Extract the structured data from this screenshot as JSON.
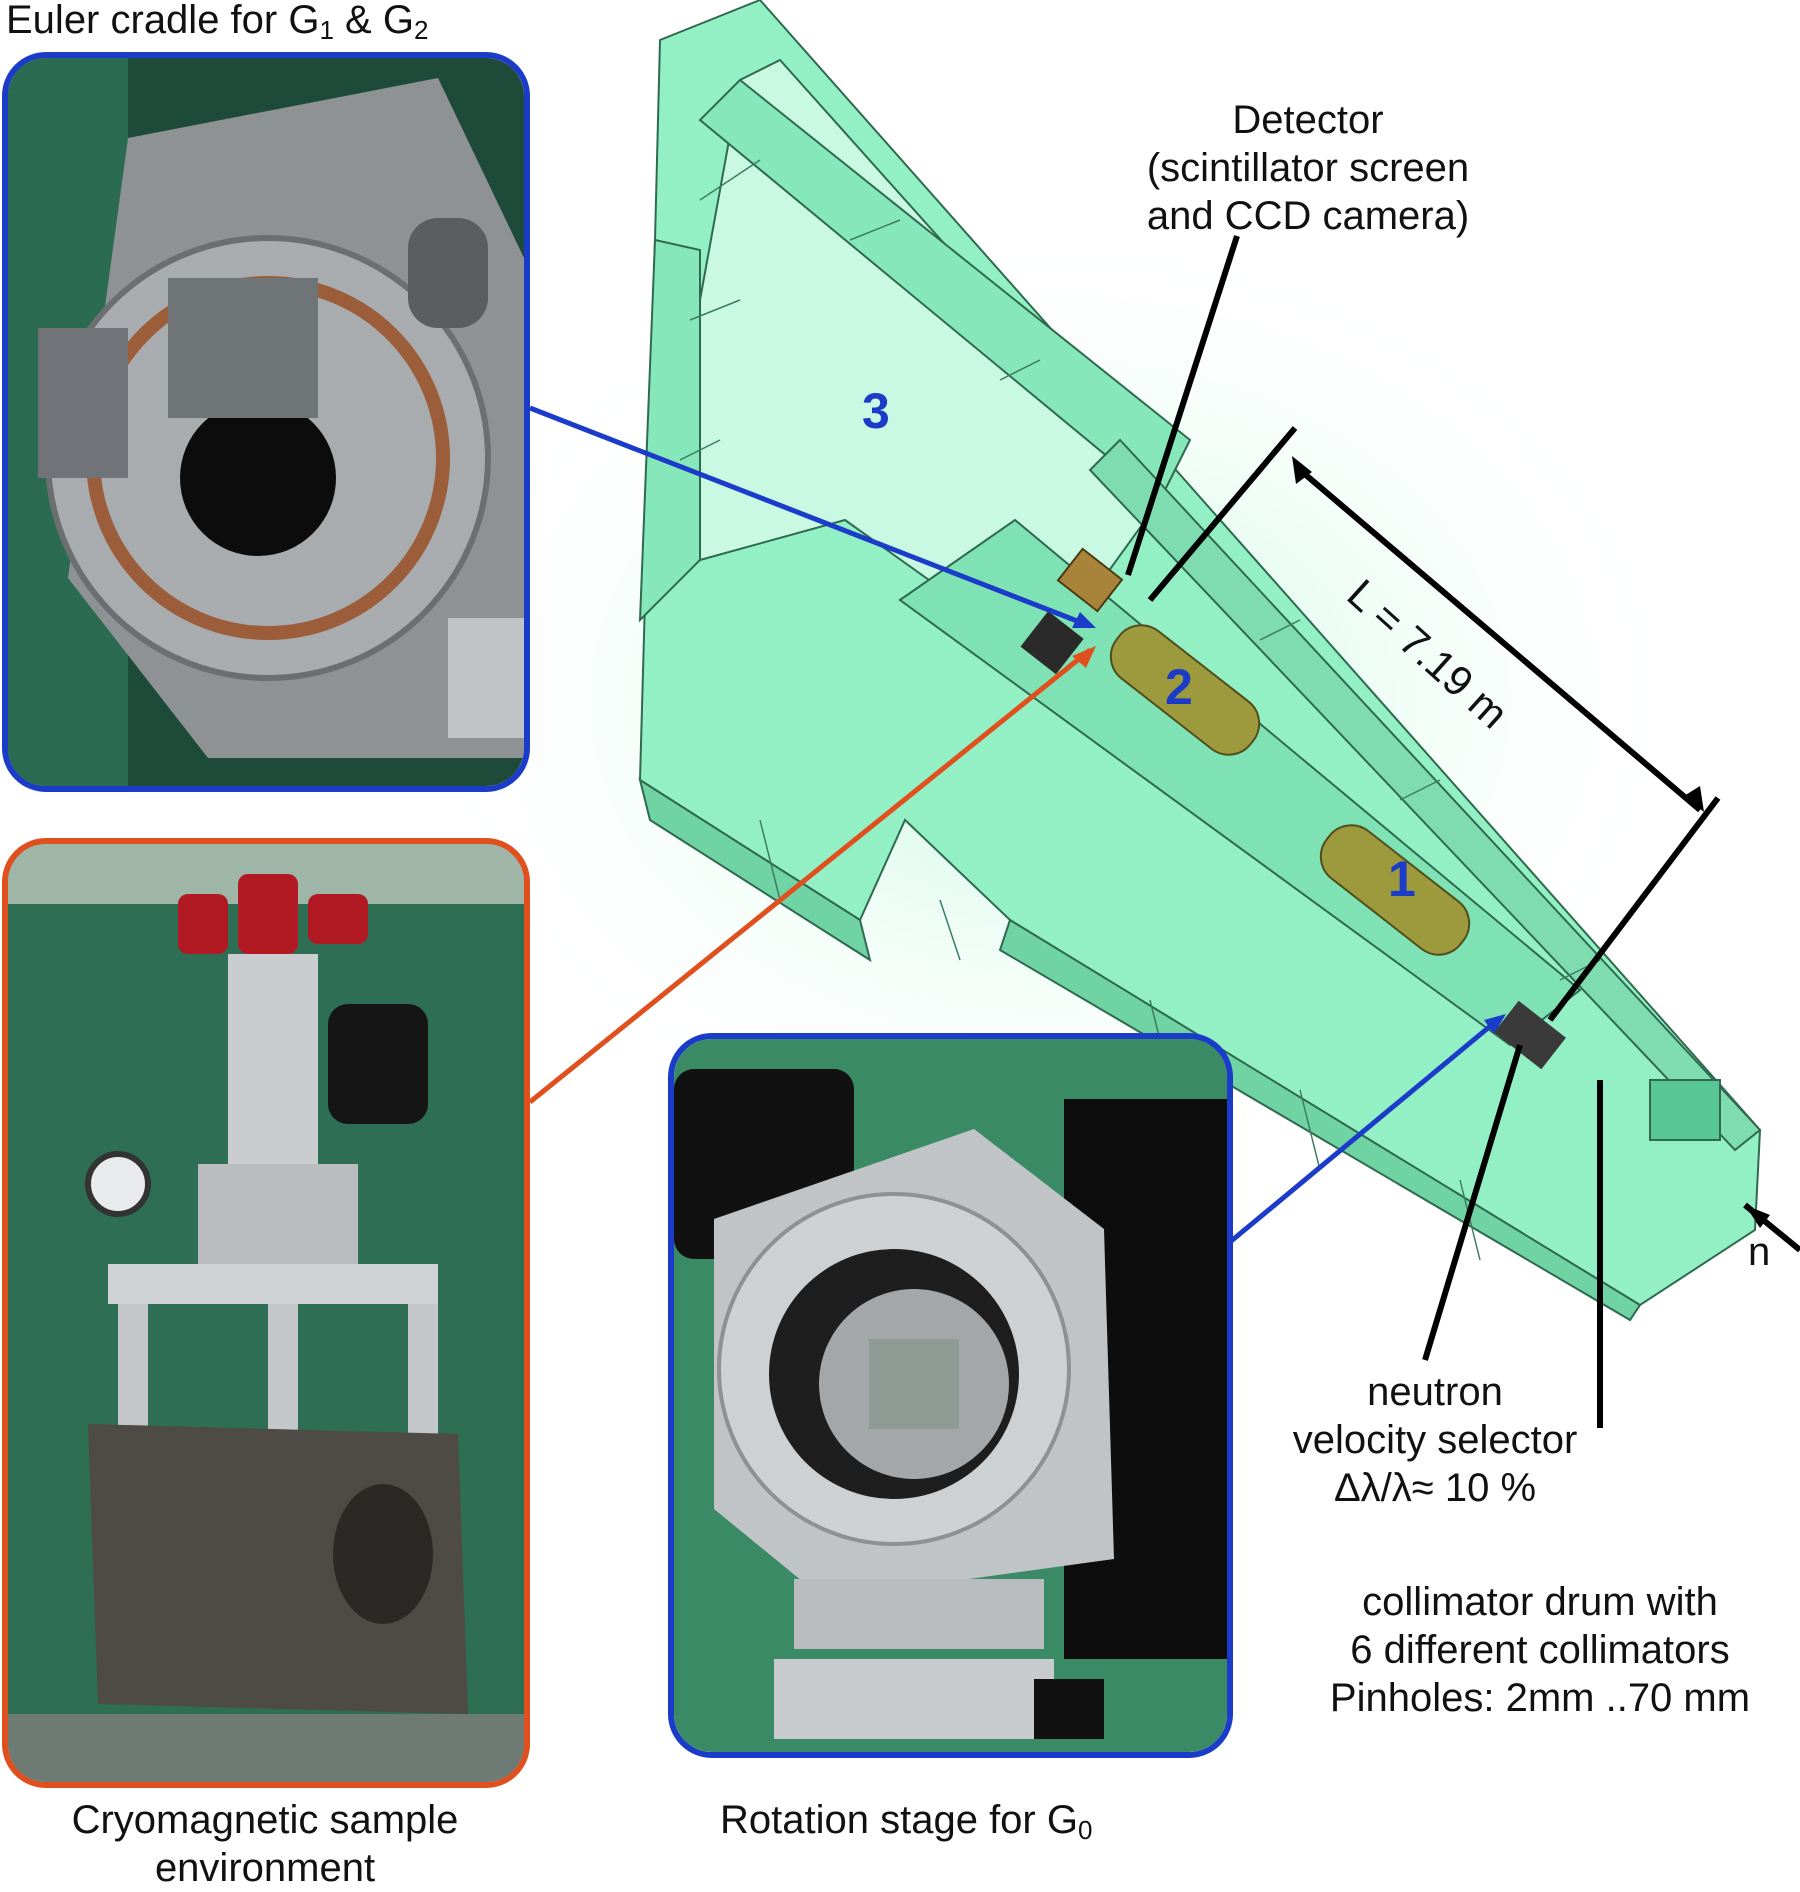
{
  "colors": {
    "shield": "#93f0c4",
    "shield_line": "#2f6a50",
    "blue_frame": "#1a3cc8",
    "orange_frame": "#e0501e",
    "number": "#1a3cc8",
    "selector_tube": "#9c9a3c"
  },
  "labels": {
    "euler_prefix": "Euler cradle for G",
    "euler_sub1": "1",
    "euler_amp": " & G",
    "euler_sub2": "2",
    "detector_line1": "Detector",
    "detector_line2": "(scintillator screen",
    "detector_line3": "and CCD camera)",
    "distance": "L = 7.19 m",
    "selector_line1": "neutron",
    "selector_line2": "velocity selector",
    "selector_line3": "Δλ/λ≈ 10 %",
    "collimator_line1": "collimator drum with",
    "collimator_line2": "6 different collimators",
    "collimator_line3": "Pinholes: 2mm ..70 mm",
    "cryo_line1": "Cryomagnetic sample",
    "cryo_line2": "environment",
    "rotation_prefix": "Rotation stage for G",
    "rotation_sub": "0",
    "beam": "n"
  },
  "numbers": {
    "n1": "1",
    "n2": "2",
    "n3": "3"
  },
  "icons": {
    "euler_photo": "euler-cradle-photo",
    "cryo_photo": "cryostat-photo",
    "rotation_photo": "rotation-stage-photo"
  }
}
